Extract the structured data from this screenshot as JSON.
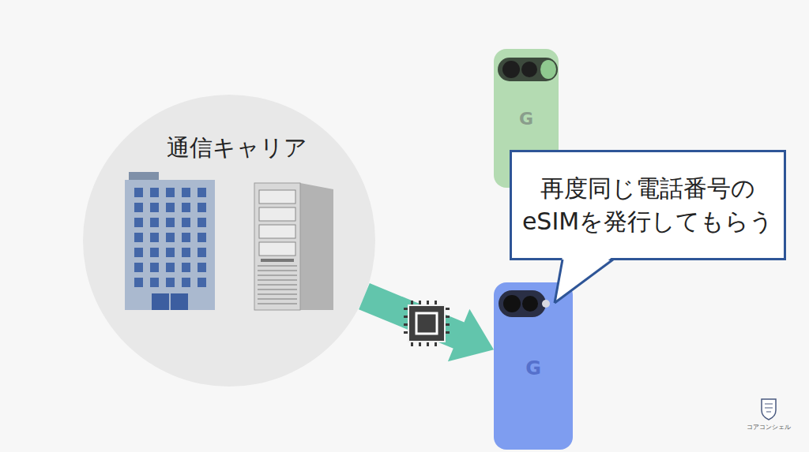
{
  "diagram": {
    "nodes": [
      {
        "text": [
          "通信キャリア"
        ]
      },
      {
        "text": [
          "G"
        ]
      },
      {
        "text": [
          "再度同じ電話番号の eSIMを発行してもらう"
        ]
      },
      {
        "text": [
          "G"
        ]
      }
    ],
    "edges": [
      {
        "from": 0,
        "to": 3,
        "arrow": "to"
      }
    ],
    "labels": [
      "コアコンシェル"
    ]
  }
}
